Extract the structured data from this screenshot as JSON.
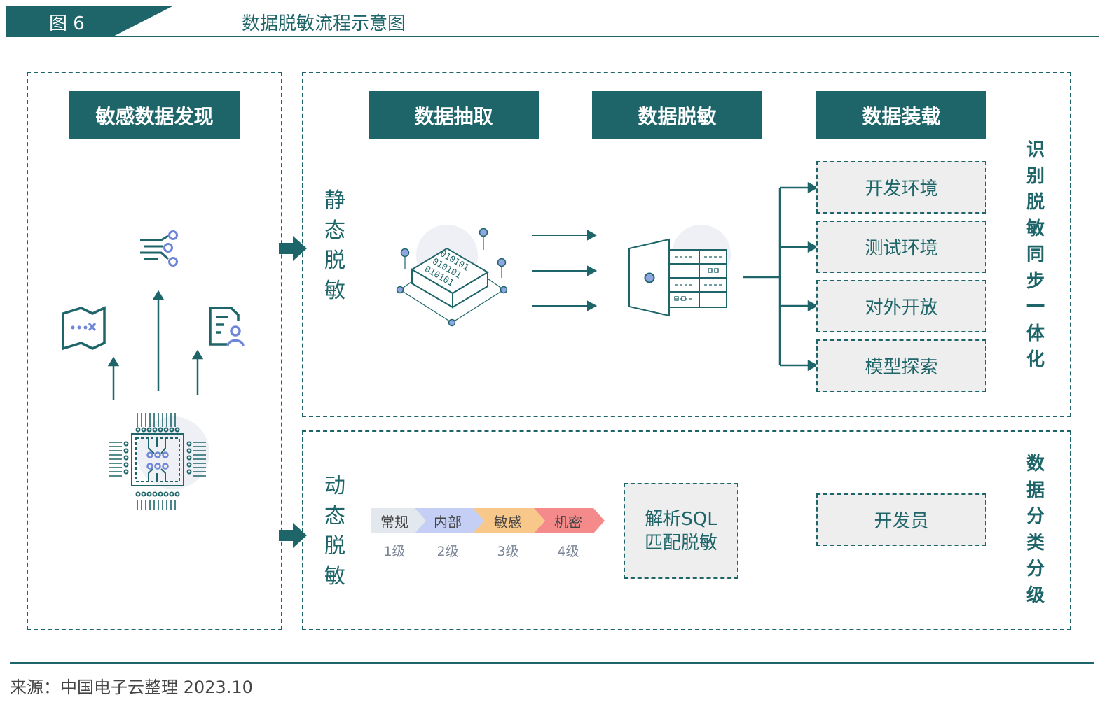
{
  "header": {
    "figure_tag": "图 6",
    "title": "数据脱敏流程示意图"
  },
  "left_panel": {
    "title": "敏感数据发现"
  },
  "pipeline": {
    "steps": [
      "数据抽取",
      "数据脱敏",
      "数据装载"
    ]
  },
  "static": {
    "label": [
      "静",
      "态",
      "脱",
      "敏"
    ],
    "binary_rows": [
      "010101",
      "010101",
      "010101"
    ],
    "targets": [
      "开发环境",
      "测试环境",
      "对外开放",
      "模型探索"
    ],
    "side_label": [
      "识",
      "别",
      "脱",
      "敏",
      "同",
      "步",
      "一",
      "体",
      "化"
    ]
  },
  "dynamic": {
    "label": [
      "动",
      "态",
      "脱",
      "敏"
    ],
    "levels": [
      {
        "name": "常规",
        "grade": "1级",
        "color": "#e3e7ee"
      },
      {
        "name": "内部",
        "grade": "2级",
        "color": "#c5cff5"
      },
      {
        "name": "敏感",
        "grade": "3级",
        "color": "#f8c88b"
      },
      {
        "name": "机密",
        "grade": "4级",
        "color": "#f58a8a"
      }
    ],
    "engine": [
      "解析SQL",
      "匹配脱敏"
    ],
    "user": "开发员",
    "side_label": [
      "数",
      "据",
      "分",
      "类",
      "分",
      "级"
    ]
  },
  "footer": {
    "source": "来源：中国电子云整理 2023.10"
  },
  "colors": {
    "primary": "#1e6569",
    "accent_dot": "#8fa6e3",
    "bg_target": "#eeeeee"
  }
}
